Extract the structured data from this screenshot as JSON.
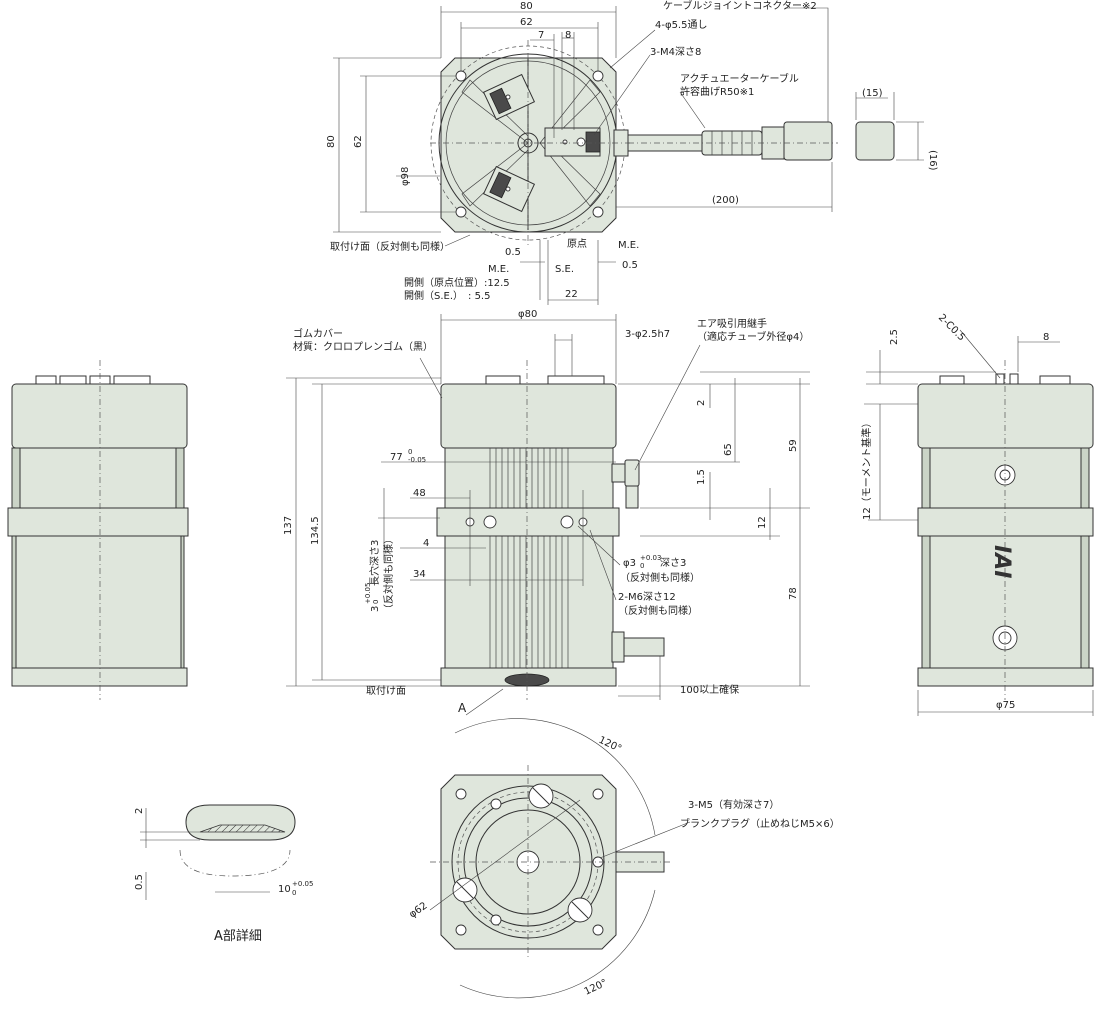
{
  "labels": {
    "top_80": "80",
    "top_62": "62",
    "top_7": "7",
    "top_8": "8",
    "left_80": "80",
    "left_62": "62",
    "phi98": "φ98",
    "connector": "ケーブルジョイントコネクター※2",
    "holes_4": "4-φ5.5通し",
    "m4": "3-M4深さ8",
    "actuator_cable": "アクチュエーターケーブル",
    "bend": "許容曲げR50※1",
    "conn_15": "(15)",
    "conn_16": "(16)",
    "cable_200": "(200)",
    "mount_face_top": "取付け面（反対側も同様）",
    "d_0_5a": "0.5",
    "origin": "原点",
    "me_right": "M.E.",
    "me_left": "M.E.",
    "se": "S.E.",
    "d_0_5b": "0.5",
    "open_origin": "開側（原点位置）:12.5",
    "open_se": "開側（S.E.）　:  5.5",
    "d_22": "22",
    "phi80": "φ80",
    "pin_holes": "3-φ2.5h7",
    "air_joint": "エア吸引用継手",
    "tube": "（適応チューブ外径φ4）",
    "rubber": "ゴムカバー",
    "material": "材質：クロロプレンゴム（黒）",
    "d_77": "77",
    "tol_77_up": "0",
    "tol_77_low": "-0.05",
    "d_48": "48",
    "d_4": "4",
    "d_34": "34",
    "d_137": "137",
    "d_134_5": "134.5",
    "slot_a": "3",
    "slot_tol_up": "+0.05",
    "slot_tol_low": "0",
    "slot_b": "長穴深さ3",
    "slot_c": "（反対側も同様）",
    "d_2": "2",
    "d_65": "65",
    "d_59": "59",
    "d_1_5": "1.5",
    "d_12": "12",
    "d_78": "78",
    "phi3_a": "φ3",
    "phi3_tol_up": "+0.03",
    "phi3_tol_low": "0",
    "phi3_b": "深さ3",
    "phi3_c": "（反対側も同様）",
    "m6": "2-M6深さ12",
    "m6_b": "（反対側も同様）",
    "mount_face": "取付け面",
    "a_mark": "A",
    "clear_100": "100以上確保",
    "c05": "2-C0.5",
    "r_2_5": "2.5",
    "r_8": "8",
    "moment": "12（モーメント基準）",
    "phi75": "φ75",
    "ang_top": "120°",
    "ang_bot": "120°",
    "m5": "3-M5（有効深さ7）",
    "plug": "ブランクプラグ（止めねじM5×6）",
    "phi62": "φ62",
    "det_2": "2",
    "det_0_5": "0.5",
    "det_10": "10",
    "det_10_up": "+0.05",
    "det_10_low": "0",
    "detail_a": "A部詳細",
    "logo": "IAI"
  },
  "colors": {
    "body": "#dfe6dc",
    "body_dark": "#cbd4c7",
    "line": "#333333"
  }
}
